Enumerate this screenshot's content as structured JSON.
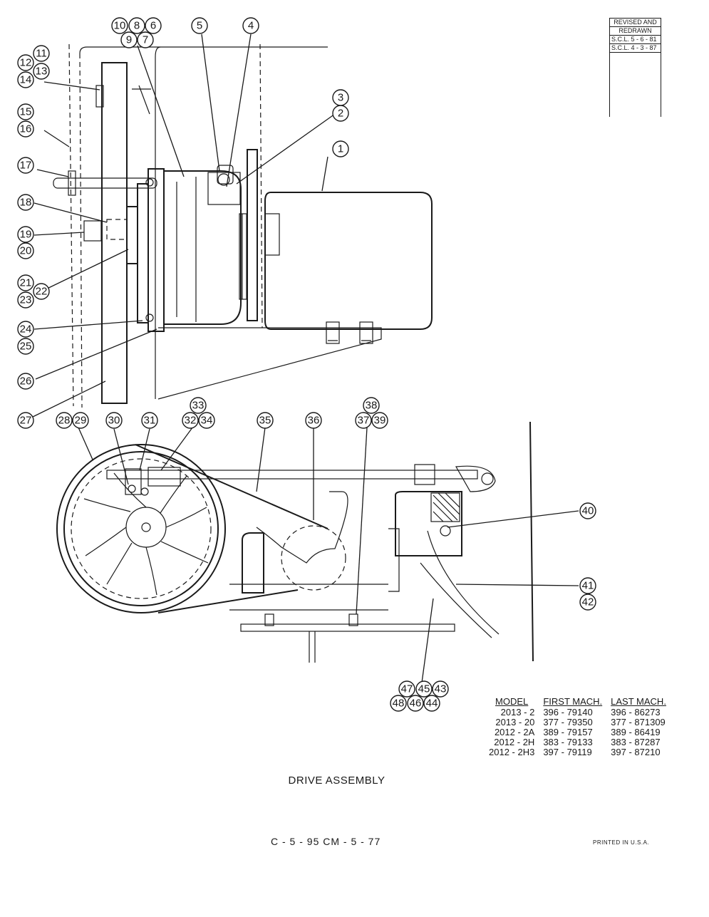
{
  "revision_block": {
    "heading_line1": "REVISED  AND",
    "heading_line2": "REDRAWN",
    "entries": [
      "S.C.L.   5 - 6 - 81",
      "S.C.L.   4 - 3 - 87"
    ]
  },
  "callouts": {
    "c1": "1",
    "c2": "2",
    "c3": "3",
    "c4": "4",
    "c5": "5",
    "c6": "6",
    "c7": "7",
    "c8": "8",
    "c9": "9",
    "c10": "10",
    "c11": "11",
    "c12": "12",
    "c13": "13",
    "c14": "14",
    "c15": "15",
    "c16": "16",
    "c17": "17",
    "c18": "18",
    "c19": "19",
    "c20": "20",
    "c21": "21",
    "c22": "22",
    "c23": "23",
    "c24": "24",
    "c25": "25",
    "c26": "26",
    "c27": "27",
    "c28": "28",
    "c29": "29",
    "c30": "30",
    "c31": "31",
    "c32": "32",
    "c33": "33",
    "c34": "34",
    "c35": "35",
    "c36": "36",
    "c37": "37",
    "c38": "38",
    "c39": "39",
    "c40": "40",
    "c41": "41",
    "c42": "42",
    "c43": "43",
    "c44": "44",
    "c45": "45",
    "c46": "46",
    "c47": "47",
    "c48": "48"
  },
  "model_table": {
    "headers": [
      "MODEL",
      "FIRST MACH.",
      "LAST MACH."
    ],
    "rows": [
      [
        "2013 - 2",
        "396 - 79140",
        "396 - 86273"
      ],
      [
        "2013 - 20",
        "377 - 79350",
        "377 - 871309"
      ],
      [
        "2012 - 2A",
        "389 - 79157",
        "389 - 86419"
      ],
      [
        "2012 - 2H",
        "383 - 79133",
        "383 - 87287"
      ],
      [
        "2012 - 2H3",
        "397 - 79119",
        "397 - 87210"
      ]
    ]
  },
  "title": "DRIVE  ASSEMBLY",
  "doc_number": "C - 5 - 95     CM - 5 - 77",
  "printed": "PRINTED  IN  U.S.A."
}
